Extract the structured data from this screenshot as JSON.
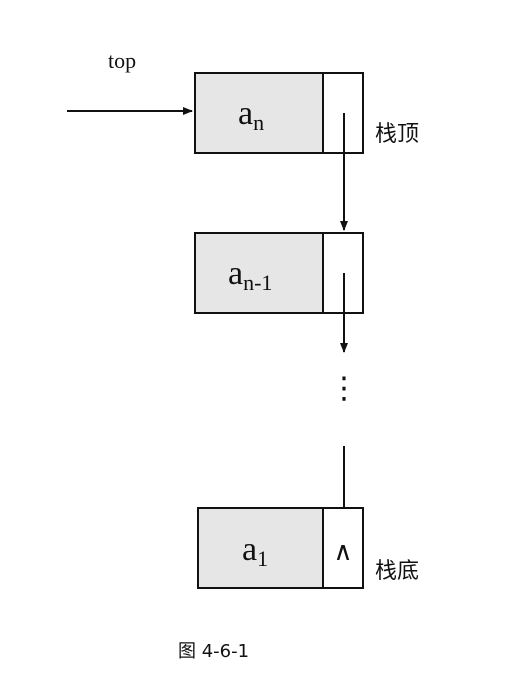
{
  "diagram": {
    "pointer_label": "top",
    "nodes": [
      {
        "data_base": "a",
        "data_sub": "n",
        "pointer_text": "",
        "side_label": "栈顶"
      },
      {
        "data_base": "a",
        "data_sub": "n-1",
        "pointer_text": "",
        "side_label": ""
      },
      {
        "data_base": "a",
        "data_sub": "1",
        "pointer_text": "∧",
        "side_label": "栈底"
      }
    ],
    "ellipsis": "⋮",
    "caption": "图 4-6-1"
  },
  "colors": {
    "data_cell_fill": "#e6e6e6",
    "pointer_cell_fill": "#ffffff",
    "line": "#111111"
  }
}
